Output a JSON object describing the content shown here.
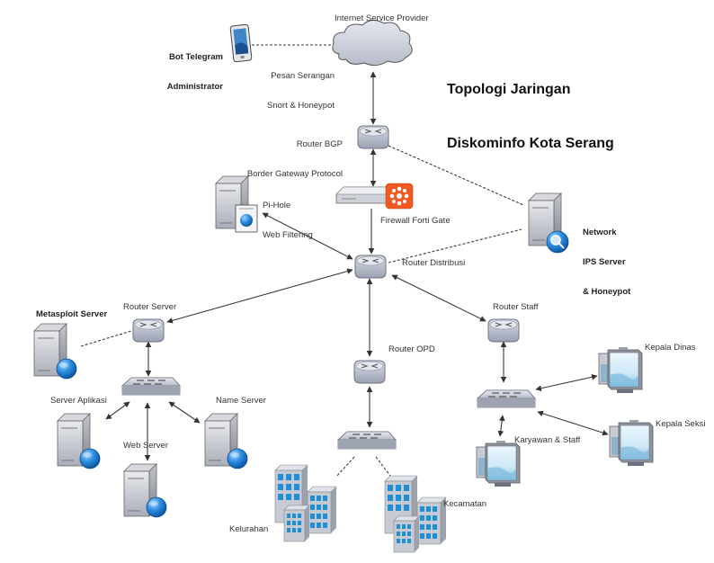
{
  "title": {
    "line1": "Topologi Jaringan",
    "line2": "Diskominfo Kota Serang"
  },
  "nodes": {
    "isp": {
      "label": "Internet Service Provider",
      "type": "cloud"
    },
    "bot_telegram": {
      "label_line1": "Bot Telegram",
      "label_line2": "Administrator",
      "type": "tablet"
    },
    "router_bgp": {
      "label_line1": "Router BGP",
      "label_line2": "Border Gateway Protocol",
      "type": "router"
    },
    "pihole": {
      "label_line1": "Pi-Hole",
      "label_line2": "Web Filtering",
      "type": "server-web-filter"
    },
    "firewall": {
      "label": "Firewall Forti Gate",
      "type": "firewall"
    },
    "ips_server": {
      "label_line1": "Network",
      "label_line2": "IPS Server",
      "label_line3": "& Honeypot",
      "type": "server-search"
    },
    "router_distribusi": {
      "label": "Router Distribusi",
      "type": "router"
    },
    "metasploit": {
      "label": "Metasploit Server",
      "type": "server-globe"
    },
    "router_server": {
      "label": "Router Server",
      "type": "router"
    },
    "switch_server": {
      "type": "switch"
    },
    "server_aplikasi": {
      "label": "Server Aplikasi",
      "type": "server-globe"
    },
    "web_server": {
      "label": "Web Server",
      "type": "server-globe"
    },
    "name_server": {
      "label": "Name Server",
      "type": "server-globe"
    },
    "router_opd": {
      "label": "Router OPD",
      "type": "router"
    },
    "switch_opd": {
      "type": "switch"
    },
    "kelurahan": {
      "label": "Kelurahan",
      "type": "buildings"
    },
    "kecamatan": {
      "label": "Kecamatan",
      "type": "buildings"
    },
    "router_staff": {
      "label": "Router Staff",
      "type": "router"
    },
    "switch_staff": {
      "type": "switch"
    },
    "kepala_dinas": {
      "label": "Kepala Dinas",
      "type": "workstation"
    },
    "kepala_seksi": {
      "label": "Kepala Seksi",
      "type": "workstation"
    },
    "karyawan_staff": {
      "label": "Karyawan & Staff",
      "type": "workstation"
    }
  },
  "edge_labels": {
    "telegram_isp_line1": "Pesan Serangan",
    "telegram_isp_line2": "Snort & Honeypot"
  },
  "edges": [
    {
      "from": "bot_telegram",
      "to": "isp",
      "style": "dashed"
    },
    {
      "from": "isp",
      "to": "router_bgp",
      "style": "solid-bidirectional"
    },
    {
      "from": "router_bgp",
      "to": "firewall",
      "style": "solid-bidirectional"
    },
    {
      "from": "router_bgp",
      "to": "ips_server",
      "style": "dashed"
    },
    {
      "from": "firewall",
      "to": "router_distribusi",
      "style": "solid-arrow"
    },
    {
      "from": "pihole",
      "to": "router_distribusi",
      "style": "solid-bidirectional"
    },
    {
      "from": "router_distribusi",
      "to": "ips_server",
      "style": "dashed"
    },
    {
      "from": "router_distribusi",
      "to": "router_server",
      "style": "solid-bidirectional"
    },
    {
      "from": "router_distribusi",
      "to": "router_opd",
      "style": "solid-bidirectional"
    },
    {
      "from": "router_distribusi",
      "to": "router_staff",
      "style": "solid-bidirectional"
    },
    {
      "from": "metasploit",
      "to": "router_server",
      "style": "dashed"
    },
    {
      "from": "router_server",
      "to": "switch_server",
      "style": "solid-bidirectional"
    },
    {
      "from": "switch_server",
      "to": "server_aplikasi",
      "style": "solid-bidirectional"
    },
    {
      "from": "switch_server",
      "to": "web_server",
      "style": "solid-bidirectional"
    },
    {
      "from": "switch_server",
      "to": "name_server",
      "style": "solid-bidirectional"
    },
    {
      "from": "router_opd",
      "to": "switch_opd",
      "style": "solid-bidirectional"
    },
    {
      "from": "switch_opd",
      "to": "kelurahan",
      "style": "dashed"
    },
    {
      "from": "switch_opd",
      "to": "kecamatan",
      "style": "dashed"
    },
    {
      "from": "router_staff",
      "to": "switch_staff",
      "style": "solid-bidirectional"
    },
    {
      "from": "switch_staff",
      "to": "kepala_dinas",
      "style": "solid-bidirectional"
    },
    {
      "from": "switch_staff",
      "to": "kepala_seksi",
      "style": "solid-bidirectional"
    },
    {
      "from": "switch_staff",
      "to": "karyawan_staff",
      "style": "solid-bidirectional"
    }
  ],
  "colors": {
    "device_gray": "#b9bfcc",
    "globe_blue": "#1e7fd0",
    "firewall_orange": "#f05a22",
    "building_blue": "#1f8fd6",
    "line": "#3a3a3a"
  }
}
